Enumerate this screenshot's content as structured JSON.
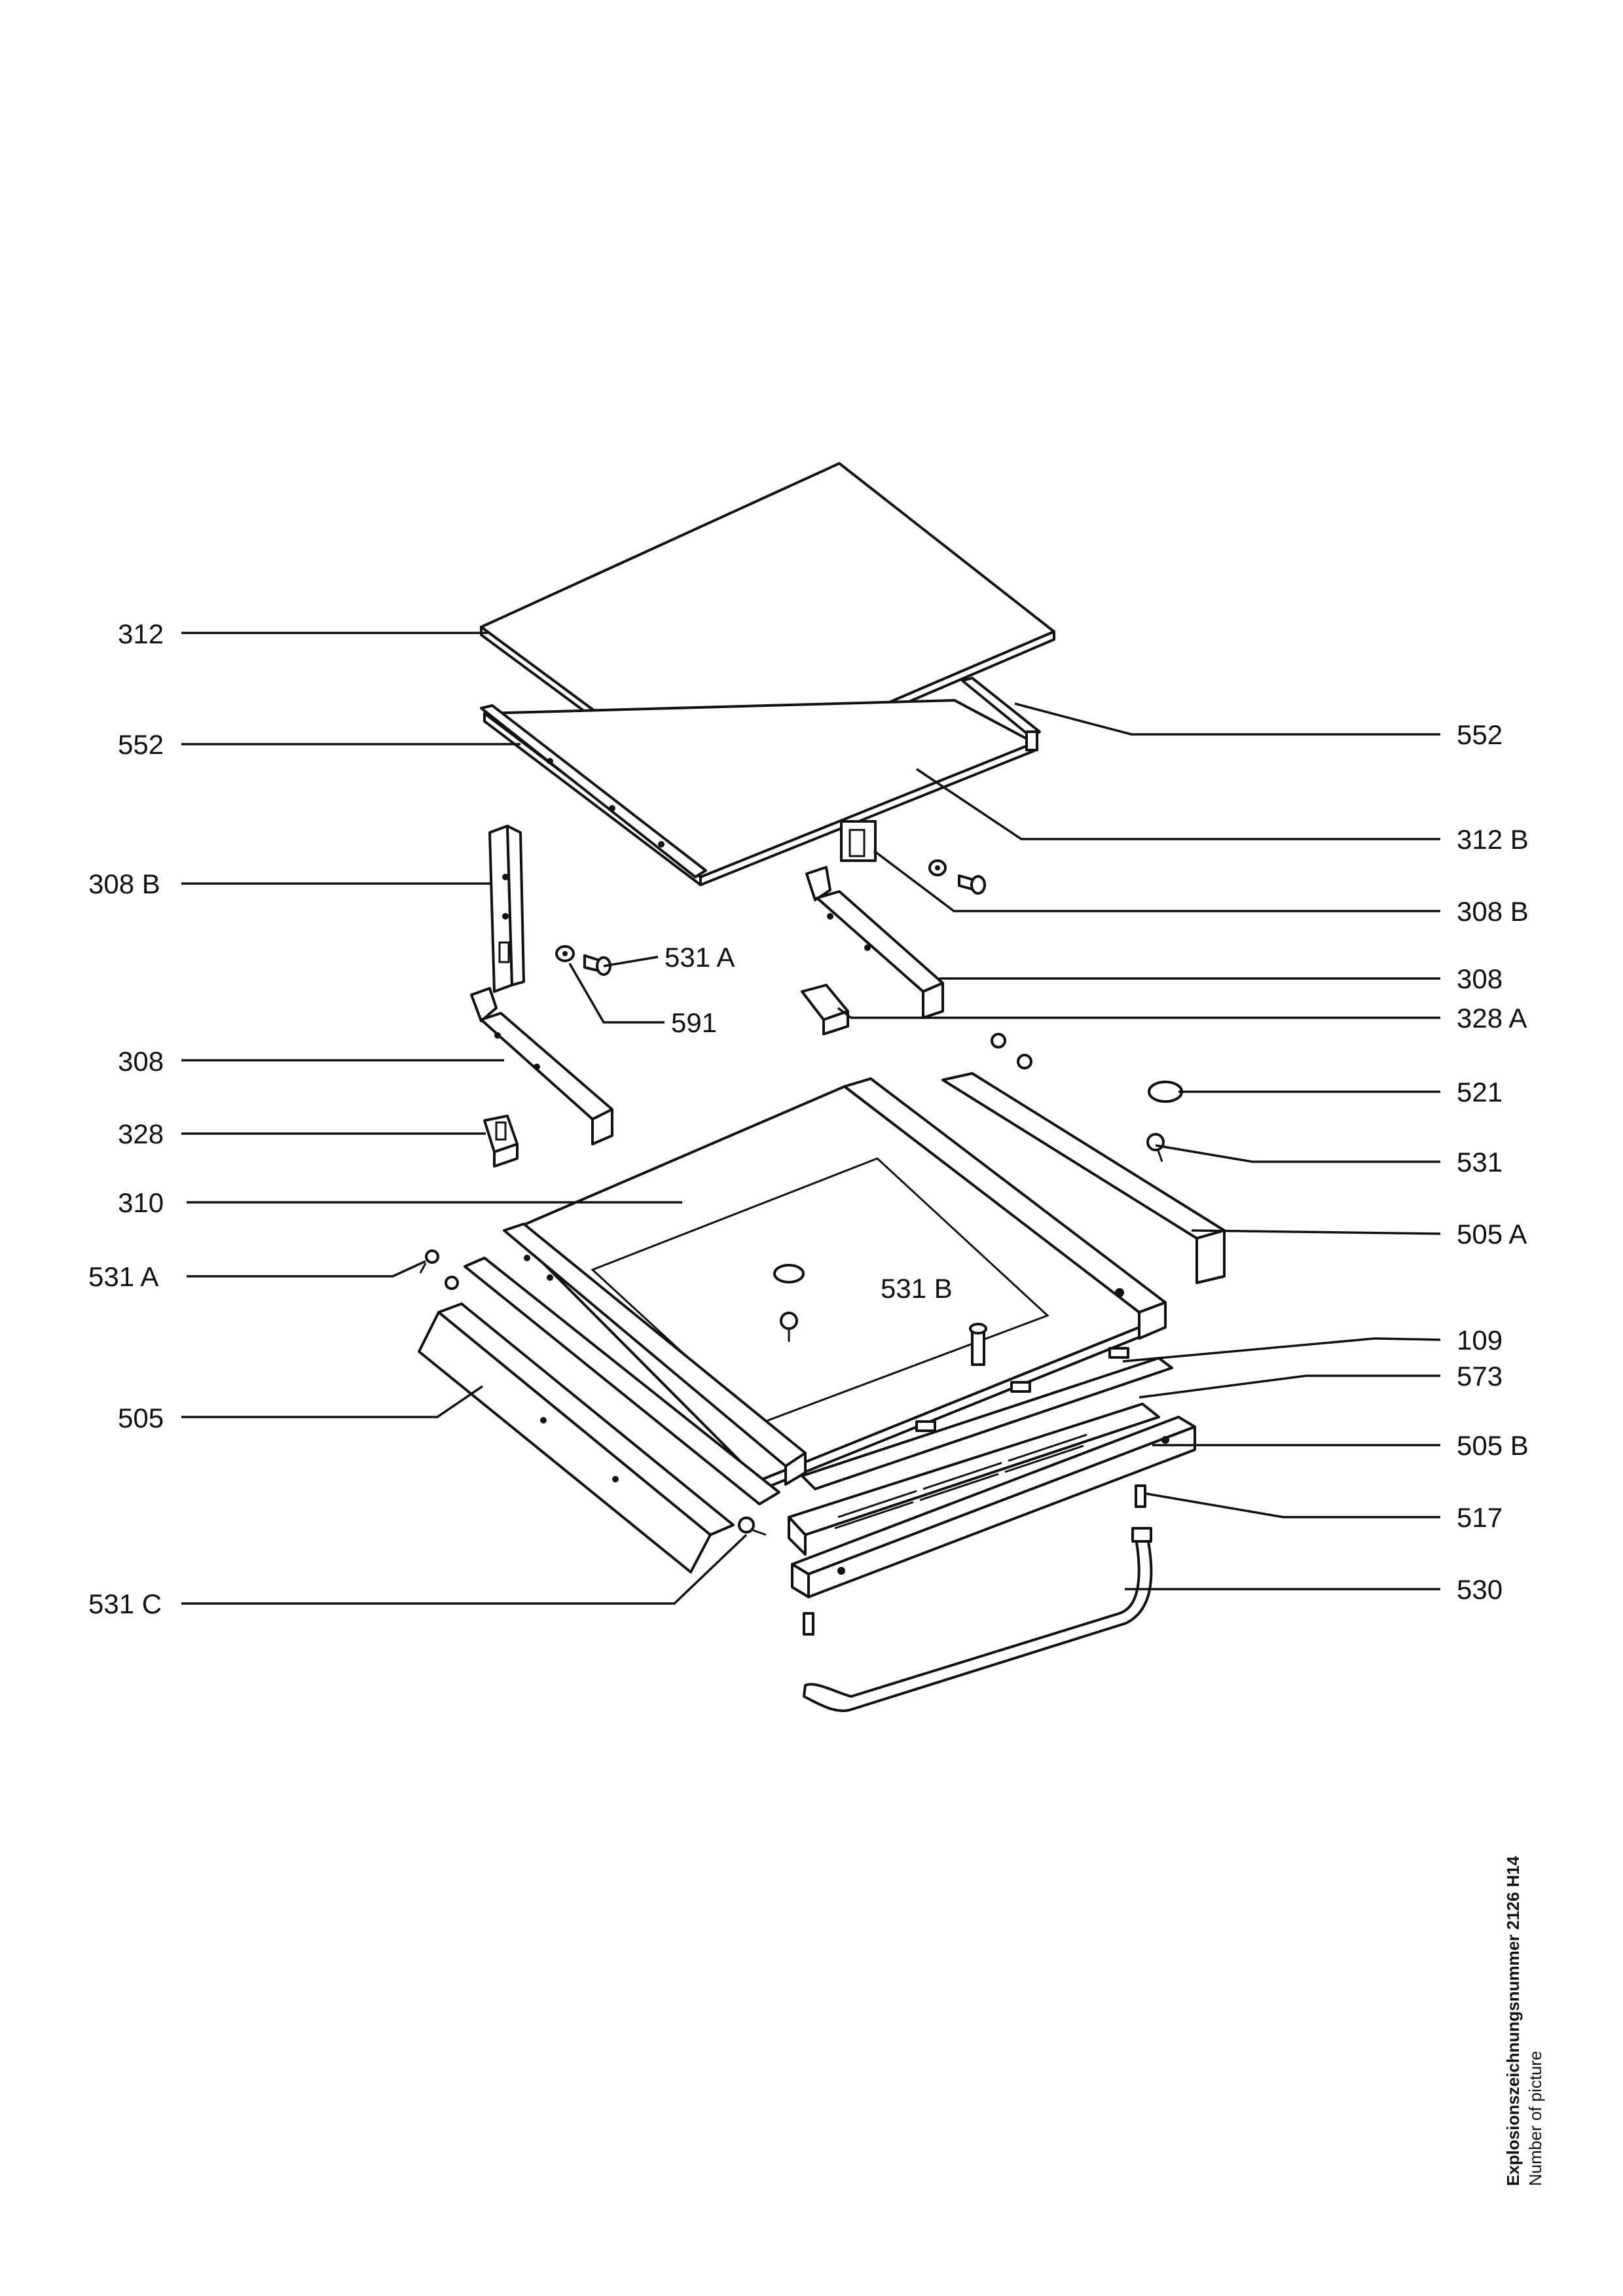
{
  "labels": {
    "l312": "312",
    "l552_left": "552",
    "l308b_left": "308 B",
    "l531a_mid": "531 A",
    "l591": "591",
    "l308_left": "308",
    "l328": "328",
    "l310": "310",
    "l531a_left": "531 A",
    "l531b": "531 B",
    "l505": "505",
    "l531c": "531 C",
    "l552_right": "552",
    "l312b": "312 B",
    "l308b_right": "308 B",
    "l308_right": "308",
    "l328a": "328 A",
    "l521": "521",
    "l531": "531",
    "l505a": "505 A",
    "l109": "109",
    "l573": "573",
    "l505b": "505 B",
    "l517": "517",
    "l530": "530"
  },
  "caption": {
    "line1": "Explosionszeichnungsnummer 2126 H14",
    "line2": "Number of picture"
  }
}
